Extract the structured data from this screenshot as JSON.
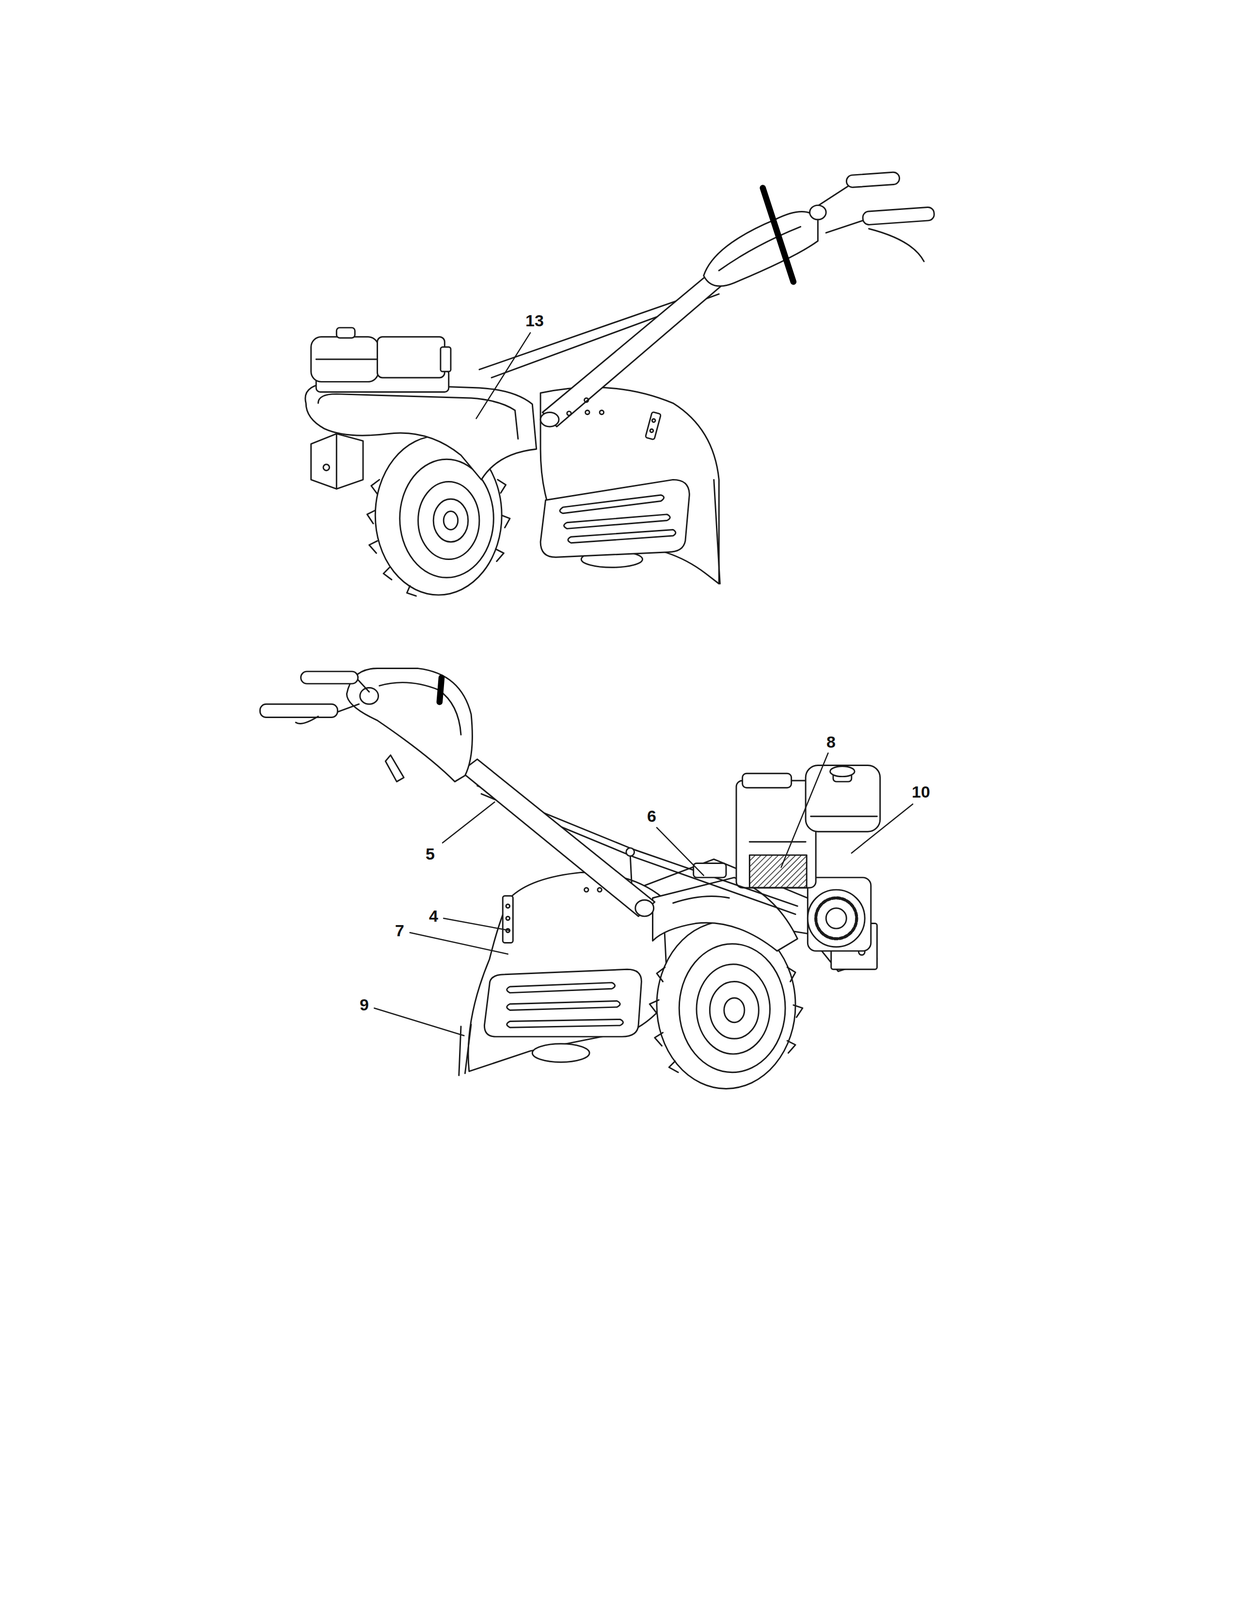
{
  "diagram": {
    "labels": [
      "13",
      "8",
      "10",
      "6",
      "5",
      "4",
      "7",
      "9"
    ]
  }
}
